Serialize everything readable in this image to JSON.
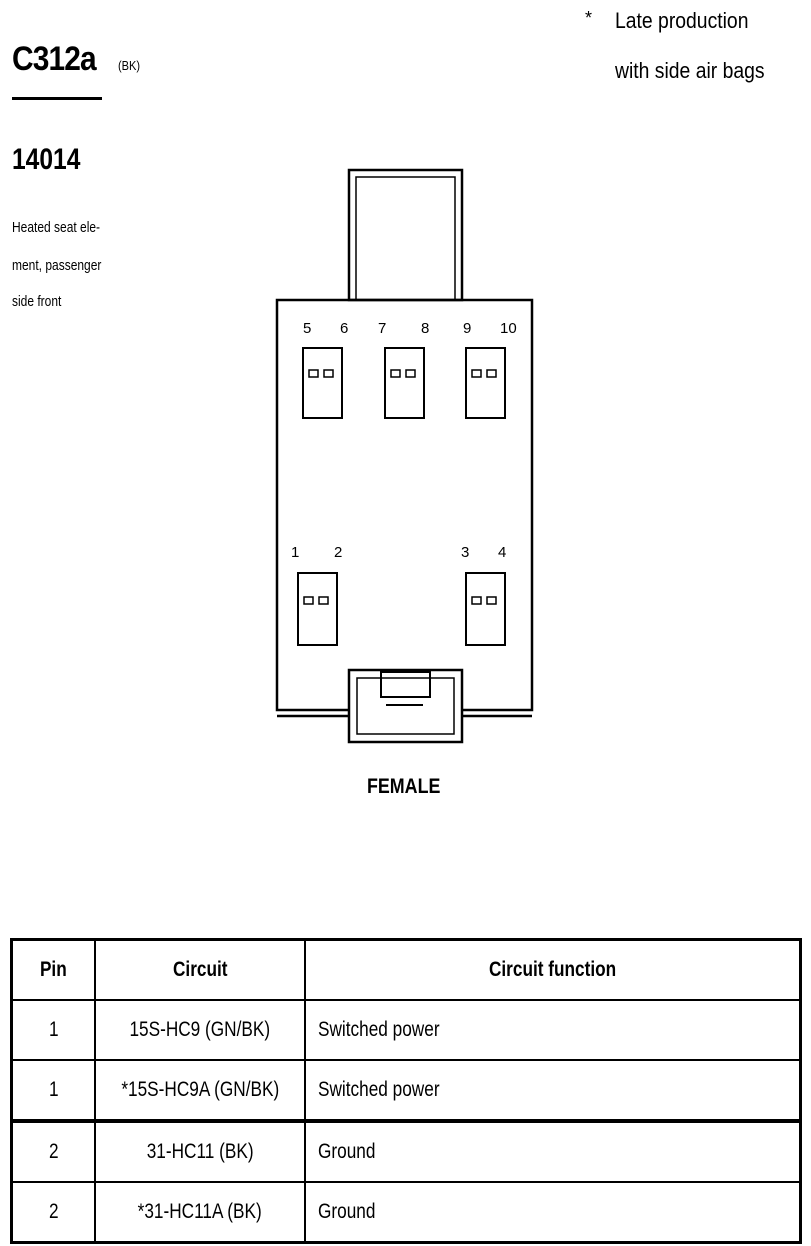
{
  "header": {
    "connector_id": "C312a",
    "color_code": "(BK)",
    "part_number": "14014",
    "description": [
      "Heated seat ele-",
      "ment, passenger",
      "side front"
    ],
    "note_marker": "*",
    "note_lines": [
      "Late production",
      "with side air bags"
    ]
  },
  "connector": {
    "gender": "FEMALE",
    "pin_labels": {
      "p5": "5",
      "p6": "6",
      "p7": "7",
      "p8": "8",
      "p9": "9",
      "p10": "10",
      "p1": "1",
      "p2": "2",
      "p3": "3",
      "p4": "4"
    }
  },
  "table": {
    "headers": {
      "pin": "Pin",
      "circuit": "Circuit",
      "function": "Circuit function"
    },
    "rows": [
      {
        "pin": "1",
        "circuit": "15S-HC9 (GN/BK)",
        "function": "Switched power"
      },
      {
        "pin": "1",
        "circuit": "*15S-HC9A (GN/BK)",
        "function": "Switched power"
      },
      {
        "pin": "2",
        "circuit": "31-HC11 (BK)",
        "function": "Ground"
      },
      {
        "pin": "2",
        "circuit": "*31-HC11A (BK)",
        "function": "Ground"
      }
    ]
  }
}
